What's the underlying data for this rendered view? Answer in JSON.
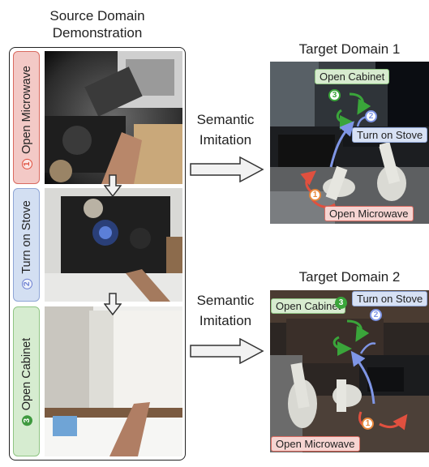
{
  "source": {
    "title_line1": "Source Domain",
    "title_line2": "Demonstration",
    "steps": [
      {
        "number": "1",
        "label": "Open Microwave",
        "tab_color": "#f3c9c6",
        "tab_border": "#d96a60",
        "accent": "#e0503f"
      },
      {
        "number": "2",
        "label": "Turn on Stove",
        "tab_color": "#d3dff2",
        "tab_border": "#8fa6d6",
        "accent": "#6c7fd1"
      },
      {
        "number": "3",
        "label": "Open Cabinet",
        "tab_color": "#d6ecd0",
        "tab_border": "#8fc583",
        "accent": "#3f9a3f"
      }
    ]
  },
  "arrows": [
    {
      "label_line1": "Semantic",
      "label_line2": "Imitation"
    },
    {
      "label_line1": "Semantic",
      "label_line2": "Imitation"
    }
  ],
  "targets": [
    {
      "title": "Target Domain 1",
      "labels": {
        "cabinet": "Open Cabinet",
        "stove": "Turn on Stove",
        "microwave": "Open Microwave"
      },
      "numbers": {
        "n1": "1",
        "n2": "2",
        "n3": "3"
      }
    },
    {
      "title": "Target Domain 2",
      "labels": {
        "cabinet": "Open Cabinet",
        "stove": "Turn on Stove",
        "microwave": "Open Microwave"
      },
      "numbers": {
        "n1": "1",
        "n2": "2",
        "n3": "3"
      }
    }
  ]
}
